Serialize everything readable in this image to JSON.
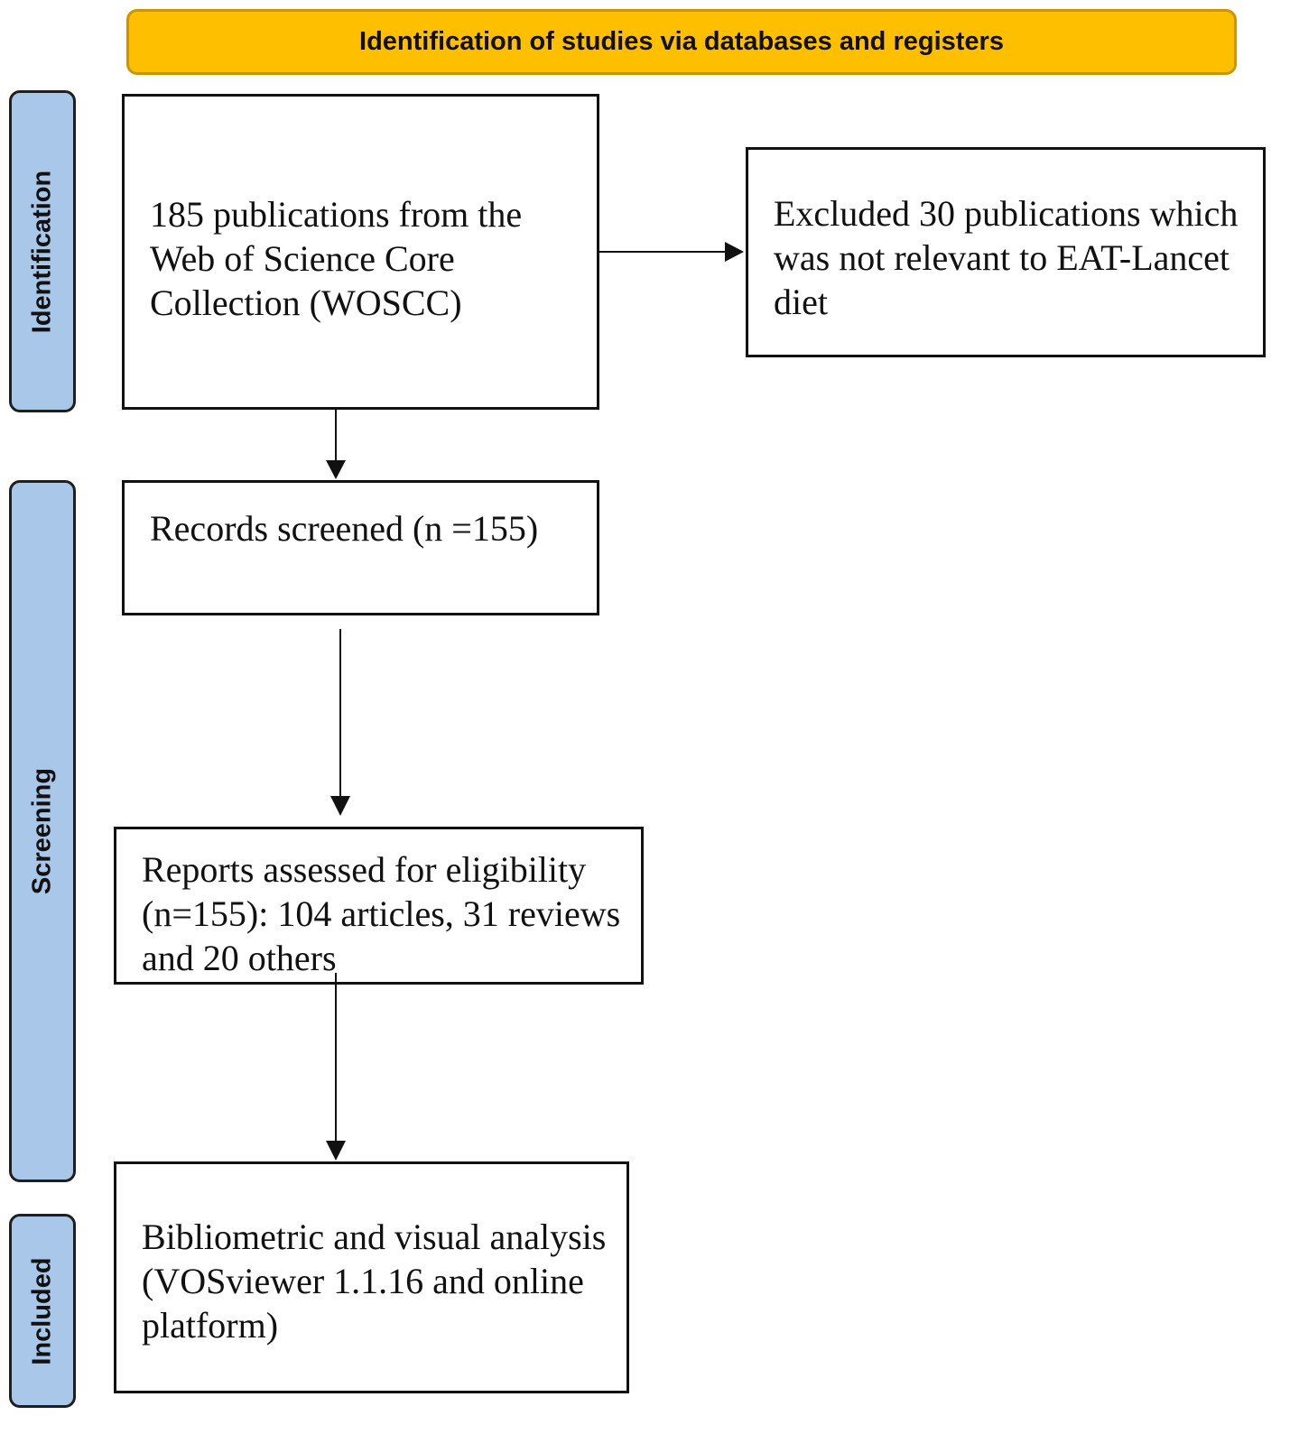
{
  "header": {
    "title": "Identification of studies via databases and registers"
  },
  "phases": {
    "identification": "Identification",
    "screening": "Screening",
    "included": "Included"
  },
  "boxes": {
    "wos": "185 publications from the Web of Science Core Collection (WOSCC)",
    "excluded": "Excluded 30 publications which was not relevant to EAT-Lancet diet",
    "screened": "Records screened (n =155)",
    "eligibility": "Reports assessed for eligibility (n=155): 104 articles, 31 reviews and 20 others",
    "analysis": "Bibliometric and visual analysis (VOSviewer 1.1.16 and online platform)"
  },
  "colors": {
    "header_fill": "#fdbf00",
    "phase_fill": "#a9c7e8"
  }
}
